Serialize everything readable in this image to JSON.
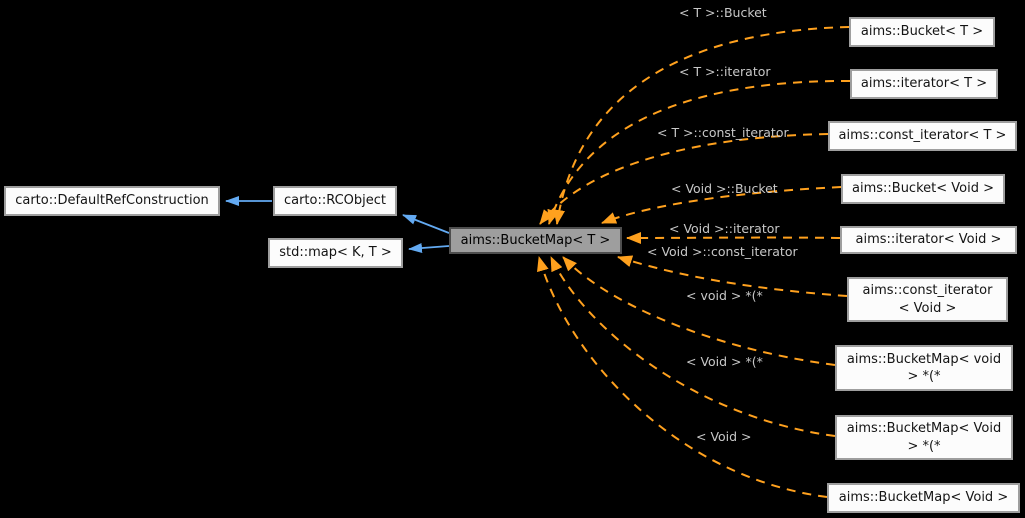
{
  "diagram_type": "collaboration-graph",
  "colors": {
    "background": "#000000",
    "usage_edge_orange": "#ffa11e",
    "inheritance_edge_blue": "#63aaf2",
    "node_fill": "#fcfcfc",
    "node_border": "#9e9e9e",
    "center_node_fill": "#9e9e9e",
    "center_node_border": "#4e4e4e",
    "node_text": "#141414",
    "edge_label_text": "#c8c8c8"
  },
  "center_node": {
    "label": "aims::BucketMap< T >"
  },
  "base_nodes": [
    {
      "label": "carto::DefaultRefConstruction"
    },
    {
      "label": "carto::RCObject"
    },
    {
      "label": "std::map< K, T >"
    }
  ],
  "usage_nodes": [
    {
      "label": "aims::Bucket< T >",
      "edge_label": "< T >::Bucket"
    },
    {
      "label": "aims::iterator< T >",
      "edge_label": "< T >::iterator"
    },
    {
      "label": "aims::const_iterator< T >",
      "edge_label": "< T >::const_iterator"
    },
    {
      "label": "aims::Bucket< Void >",
      "edge_label": "< Void >::Bucket"
    },
    {
      "label": "aims::iterator< Void >",
      "edge_label": "< Void >::iterator"
    },
    {
      "label": "aims::const_iterator\n< Void >",
      "edge_label": "< Void >::const_iterator"
    },
    {
      "label": "aims::BucketMap< void\n> *(*",
      "edge_label": "< void > *(*"
    },
    {
      "label": "aims::BucketMap< Void\n> *(*",
      "edge_label": "< Void > *(*"
    },
    {
      "label": "aims::BucketMap< Void >",
      "edge_label": "< Void >"
    }
  ]
}
